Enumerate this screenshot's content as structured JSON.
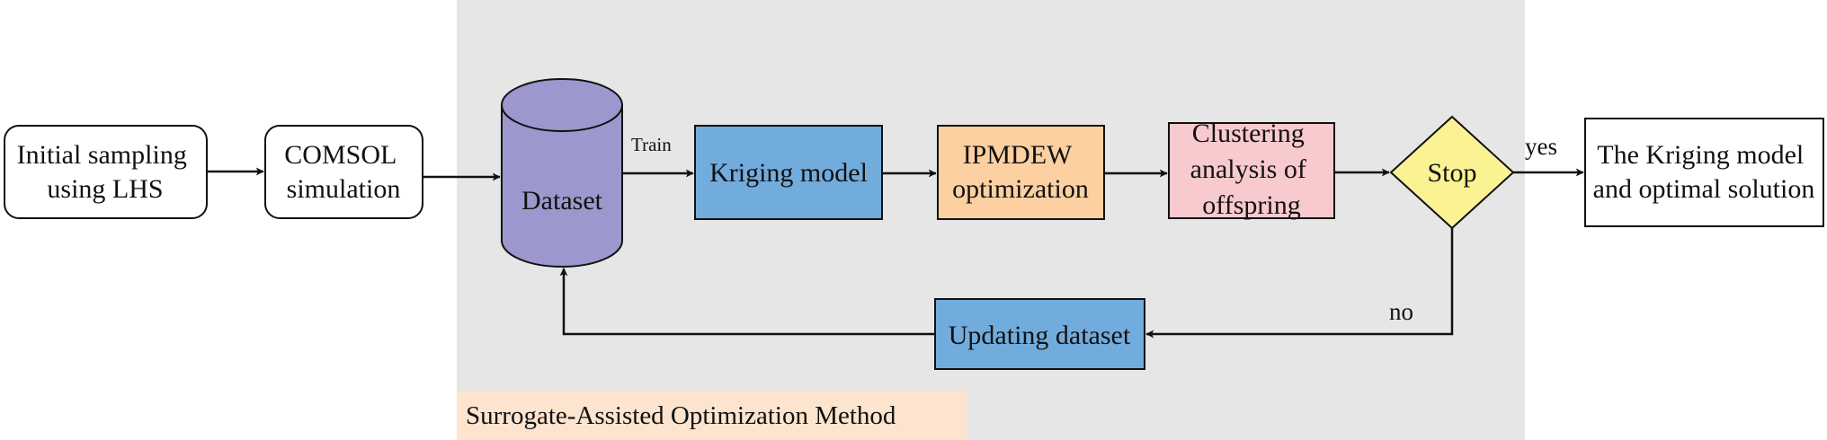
{
  "colors": {
    "region_fill": "#e6e6e6",
    "region_label_fill": "#fce4cf",
    "dataset_fill": "#9c97cc",
    "kriging_fill": "#72acdd",
    "ipmdew_fill": "#fdd0a1",
    "clustering_fill": "#f8c9cd",
    "stop_fill": "#fbf294",
    "updating_fill": "#72acdd",
    "stroke": "#111111"
  },
  "region": {
    "label": "Surrogate-Assisted Optimization Method"
  },
  "nodes": {
    "initial_sampling": {
      "line1": "Initial sampling",
      "line2": "using LHS"
    },
    "comsol": {
      "line1": "COMSOL",
      "line2": "simulation"
    },
    "dataset": {
      "label": "Dataset",
      "shape": "cylinder"
    },
    "kriging": {
      "label": "Kriging model"
    },
    "ipmdew": {
      "line1": "IPMDEW",
      "line2": "optimization"
    },
    "clustering": {
      "line1": "Clustering",
      "line2": "analysis of",
      "line3": "offspring"
    },
    "stop": {
      "label": "Stop",
      "shape": "diamond"
    },
    "result": {
      "line1": "The Kriging model",
      "line2": "and optimal solution"
    },
    "updating": {
      "label": "Updating dataset"
    }
  },
  "edges": {
    "train_label": "Train",
    "yes_label": "yes",
    "no_label": "no"
  }
}
